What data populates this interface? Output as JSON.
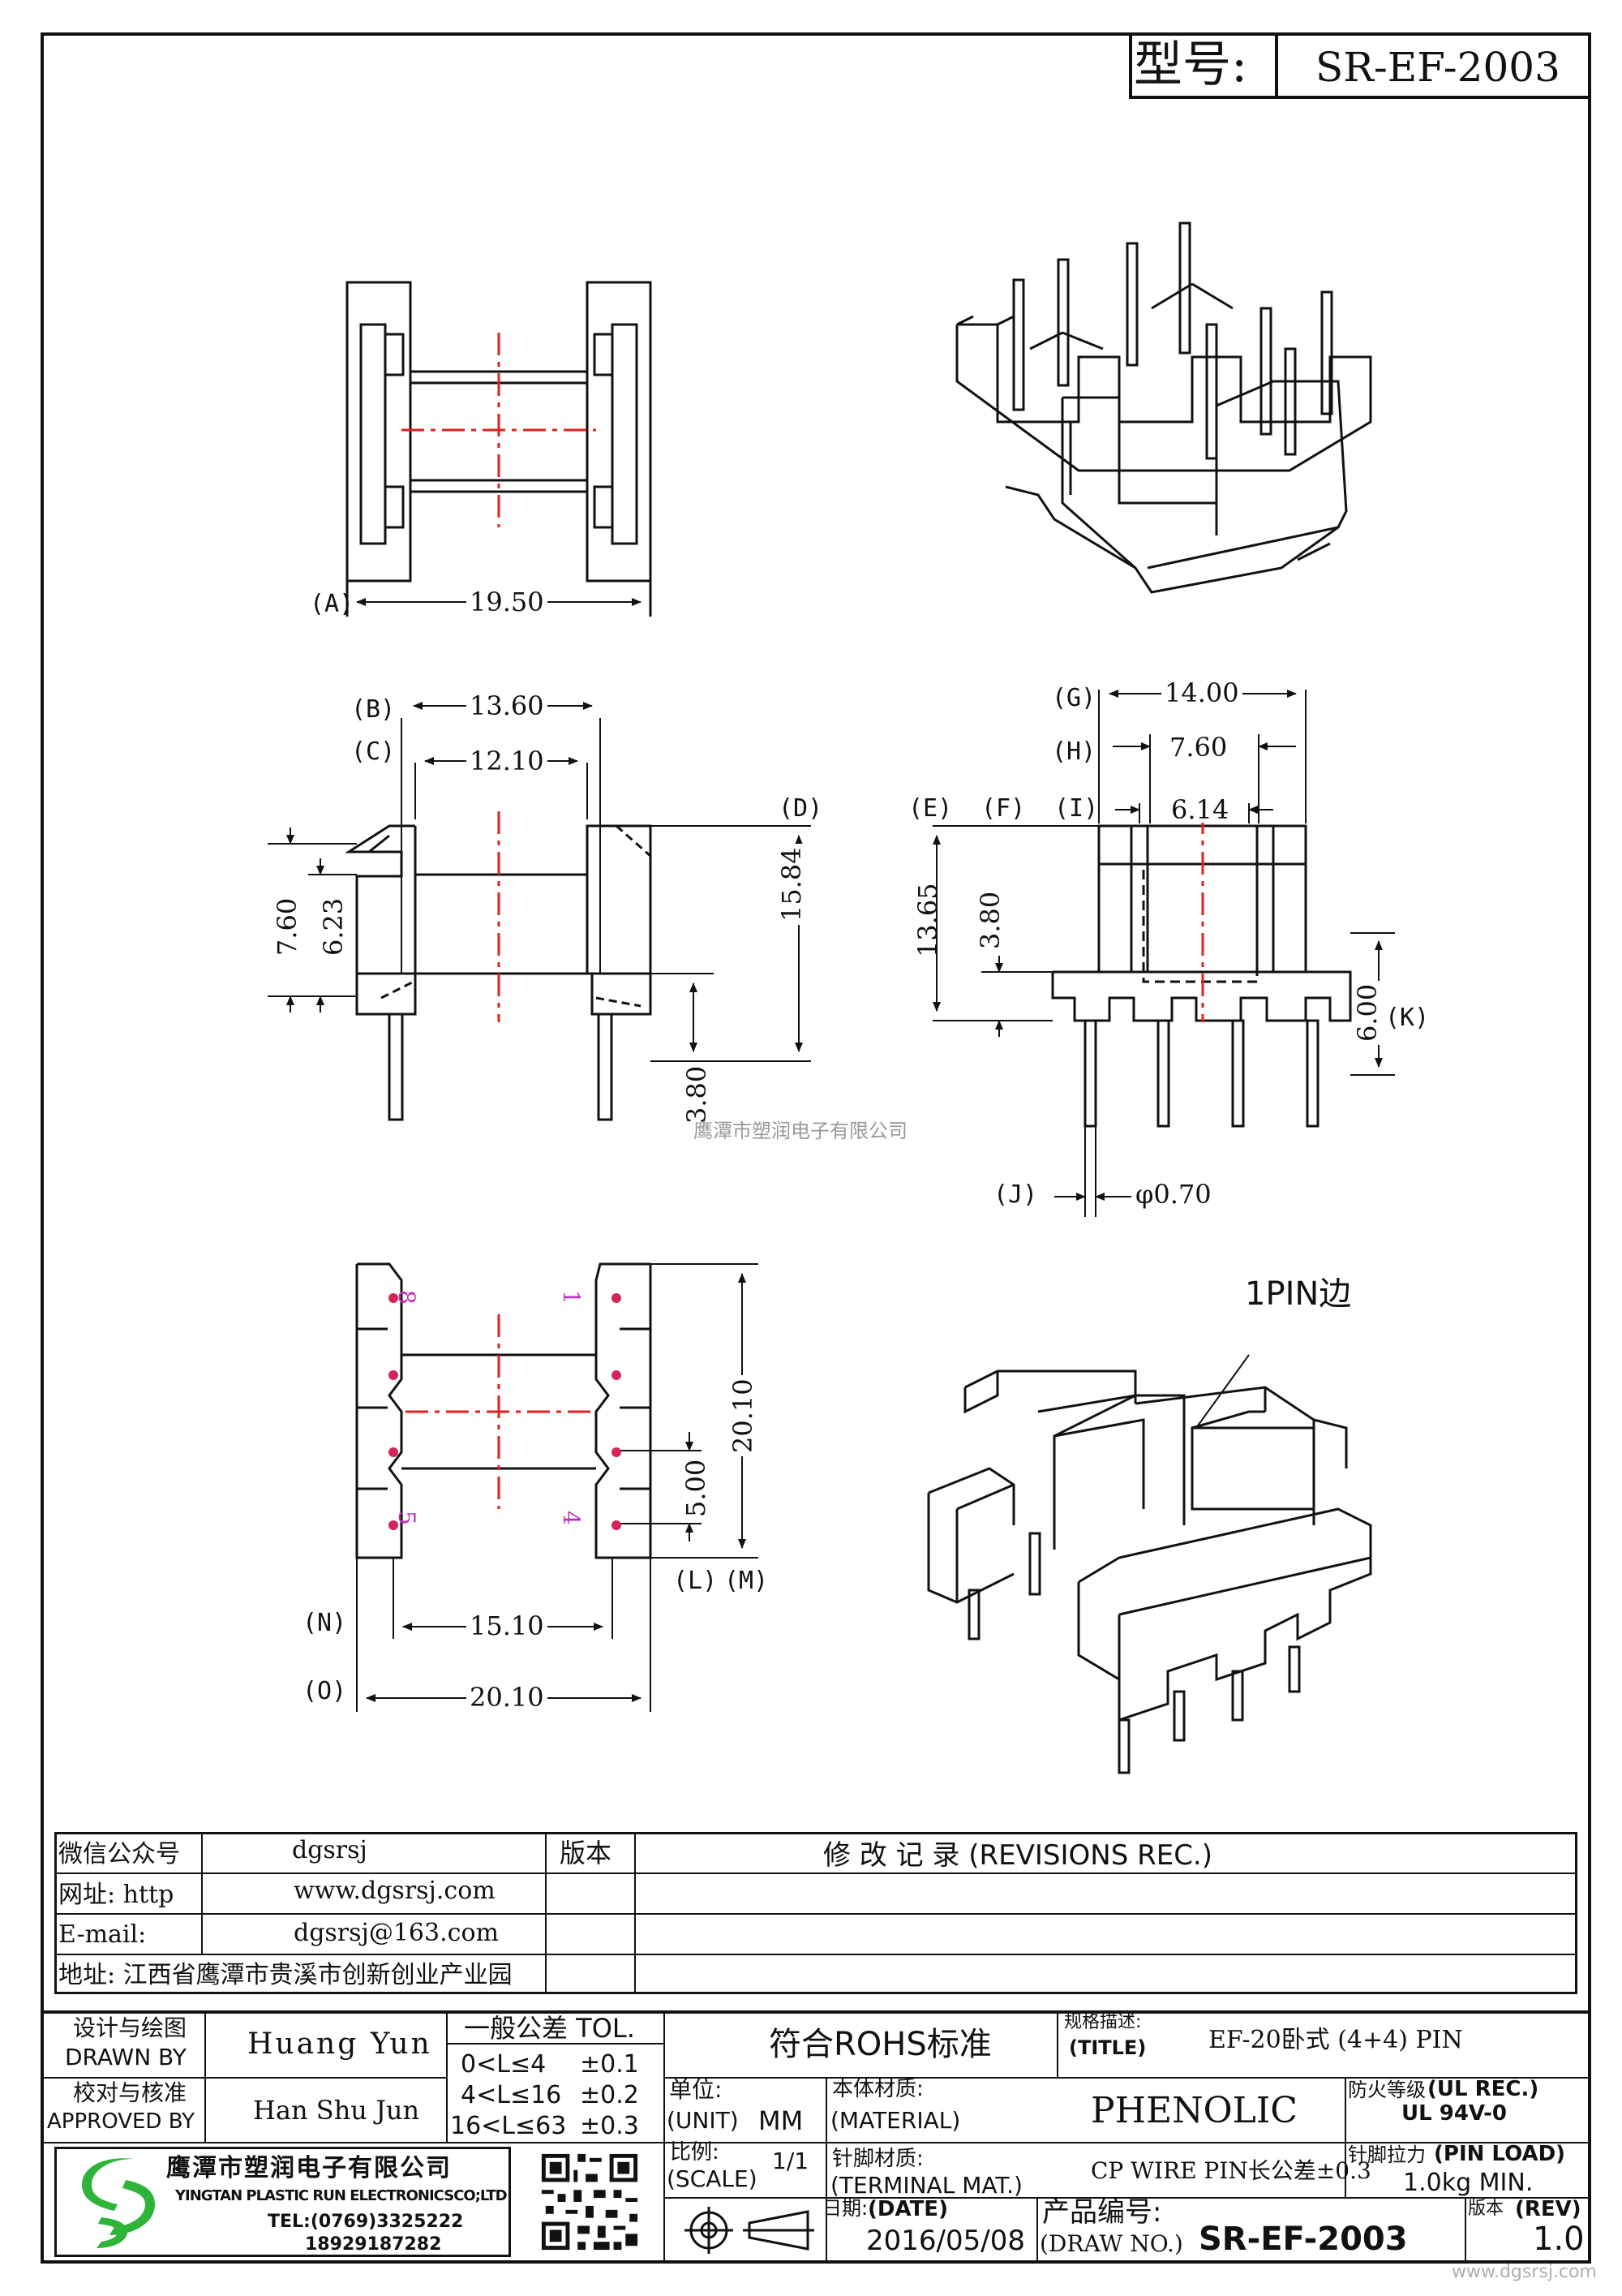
{
  "header": {
    "model_label": "型号:",
    "model_value": "SR-EF-2003"
  },
  "dimensions": {
    "A": {
      "tag": "(A)",
      "value": "19.50"
    },
    "B": {
      "tag": "(B)",
      "value": "13.60"
    },
    "C": {
      "tag": "(C)",
      "value": "12.10"
    },
    "D": {
      "tag": "(D)",
      "value": "15.84"
    },
    "left_760": "7.60",
    "left_623": "6.23",
    "left_380": "3.80",
    "E": {
      "tag": "(E)"
    },
    "F": {
      "tag": "(F)"
    },
    "G": {
      "tag": "(G)",
      "value": "14.00"
    },
    "H": {
      "tag": "(H)",
      "value": "7.60"
    },
    "I": {
      "tag": "(I)",
      "value": "6.14"
    },
    "E_value": "13.65",
    "F_value": "3.80",
    "J": {
      "tag": "(J)",
      "value": "φ0.70"
    },
    "K": {
      "tag": "(K)",
      "value": "6.00"
    },
    "L": {
      "tag": "(L)",
      "value": "5.00"
    },
    "M": {
      "tag": "(M)",
      "value": "20.10"
    },
    "N": {
      "tag": "(N)",
      "value": "15.10"
    },
    "O": {
      "tag": "(O)",
      "value": "20.10"
    }
  },
  "pins": {
    "p1": "1",
    "p4": "4",
    "p5": "5",
    "p8": "8"
  },
  "callout": "1PIN边",
  "watermark": "鹰潭市塑润电子有限公司",
  "contact": {
    "wechat_label": "微信公众号",
    "wechat_value": "dgsrsj",
    "web_label": "网址: http",
    "web_value": "www.dgsrsj.com",
    "email_label": "E-mail:",
    "email_value": "dgsrsj@163.com",
    "address": "地址: 江西省鹰潭市贵溪市创新创业产业园"
  },
  "revisions": {
    "version_label": "版本",
    "title": "修 改 记 录 (REVISIONS REC.)"
  },
  "titleblock": {
    "drawn_cn": "设计与绘图",
    "drawn_en": "DRAWN BY",
    "drawn_name": "Huang  Yun",
    "approved_cn": "校对与核准",
    "approved_en": "APPROVED BY",
    "approved_name": "Han Shu Jun",
    "tol_title": "一般公差 TOL.",
    "tol_rows": [
      {
        "range": "0<L≤4",
        "tol": "±0.1"
      },
      {
        "range": "4<L≤16",
        "tol": "±0.2"
      },
      {
        "range": "16<L≤63",
        "tol": "±0.3"
      }
    ],
    "rohs": "符合ROHS标准",
    "title_cn": "规格描述:",
    "title_en": "(TITLE)",
    "title_value": "EF-20卧式 (4+4) PIN",
    "unit_cn": "单位:",
    "unit_en": "(UNIT)",
    "unit_value": "MM",
    "material_cn": "本体材质:",
    "material_en": "(MATERIAL)",
    "material_value": "PHENOLIC",
    "ul_cn": "防火等级",
    "ul_en": "(UL REC.)",
    "ul_value": "UL 94V-0",
    "scale_cn": "比例:",
    "scale_en": "(SCALE)",
    "scale_value": "1/1",
    "terminal_cn": "针脚材质:",
    "terminal_en": "(TERMINAL MAT.)",
    "terminal_value": "CP WIRE  PIN长公差±0.3",
    "pinload_cn": "针脚拉力",
    "pinload_en": "(PIN LOAD)",
    "pinload_value": "1.0kg MIN.",
    "date_cn": "日期:",
    "date_en": "(DATE)",
    "date_value": "2016/05/08",
    "drawno_cn": "产品编号:",
    "drawno_en": "(DRAW NO.)",
    "drawno_value": "SR-EF-2003",
    "rev_cn": "版本",
    "rev_en": "(REV)",
    "rev_value": "1.0"
  },
  "company": {
    "name_cn": "鹰潭市塑润电子有限公司",
    "name_en": "YINGTAN PLASTIC RUN ELECTRONICSCO;LTD",
    "tel": "TEL:(0769)3325222",
    "mobile": "18929187282"
  },
  "footer_site": "www.dgsrsj.com",
  "colors": {
    "centerline": "#e0201c",
    "pin_dot": "#d6245a",
    "pin_num": "#c02cc0",
    "logo_green": "#2fb43a"
  }
}
